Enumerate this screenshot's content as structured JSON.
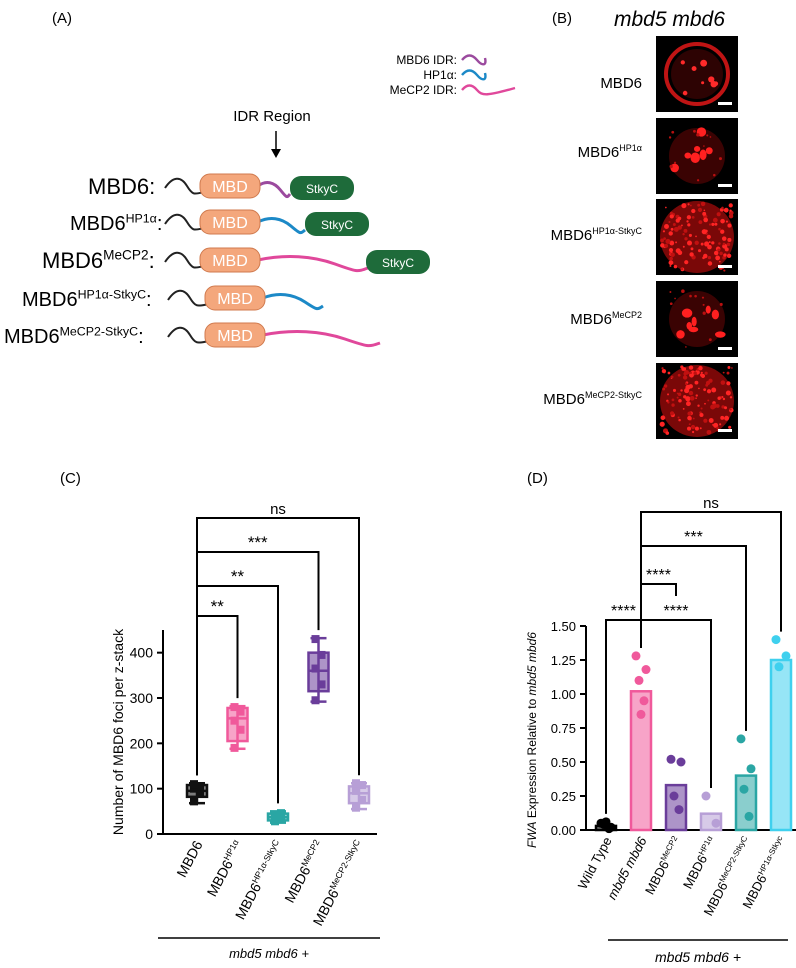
{
  "panels": {
    "a": "(A)",
    "b": "(B)",
    "c": "(C)",
    "d": "(D)"
  },
  "diagram_a": {
    "legend": [
      {
        "label": "MBD6 IDR:",
        "color": "#9b4a9e"
      },
      {
        "label": "HP1α:",
        "color": "#1c89c7"
      },
      {
        "label": "MeCP2 IDR:",
        "color": "#e0489b"
      }
    ],
    "idr_label": "IDR Region",
    "mbd_label": "MBD",
    "stkyc_label": "StkyC",
    "constructs": [
      {
        "base": "MBD6",
        "sup": ""
      },
      {
        "base": "MBD6",
        "sup": "HP1α"
      },
      {
        "base": "MBD6",
        "sup": "MeCP2"
      },
      {
        "base": "MBD6",
        "sup": "HP1α-StkyC"
      },
      {
        "base": "MBD6",
        "sup": "MeCP2-StkyC"
      }
    ],
    "colors": {
      "mbd_fill": "#f4a77c",
      "stkyc_fill": "#1e6b3a"
    }
  },
  "micrographs": {
    "title": "mbd5 mbd6",
    "items": [
      {
        "base": "MBD6",
        "sup": ""
      },
      {
        "base": "MBD6",
        "sup": "HP1α"
      },
      {
        "base": "MBD6",
        "sup": "HP1α-StkyC"
      },
      {
        "base": "MBD6",
        "sup": "MeCP2"
      },
      {
        "base": "MBD6",
        "sup": "MeCP2-StkyC"
      }
    ]
  },
  "chart_data": [
    {
      "type": "box",
      "ylabel": "Number of MBD6 foci per z-stack",
      "ylim": [
        0,
        450
      ],
      "yticks": [
        0,
        100,
        200,
        300,
        400
      ],
      "group_label": "mbd5 mbd6 +",
      "categories": [
        {
          "base": "MBD6",
          "sup": ""
        },
        {
          "base": "MBD6",
          "sup": "HP1α"
        },
        {
          "base": "MBD6",
          "sup": "HP1α-StkyC"
        },
        {
          "base": "MBD6",
          "sup": "MeCP2"
        },
        {
          "base": "MBD6",
          "sup": "MeCP2-StkyC"
        }
      ],
      "colors": [
        "#111111",
        "#f0599b",
        "#2aa6a4",
        "#6a3d9a",
        "#b79fd6"
      ],
      "boxes": [
        {
          "min": 68,
          "q1": 82,
          "median": 95,
          "q3": 108,
          "max": 112
        },
        {
          "min": 188,
          "q1": 205,
          "median": 255,
          "q3": 278,
          "max": 282
        },
        {
          "min": 25,
          "q1": 30,
          "median": 37,
          "q3": 45,
          "max": 50
        },
        {
          "min": 292,
          "q1": 315,
          "median": 360,
          "q3": 400,
          "max": 432
        },
        {
          "min": 55,
          "q1": 68,
          "median": 90,
          "q3": 105,
          "max": 112
        }
      ],
      "points": [
        [
          72,
          90,
          100,
          105,
          110
        ],
        [
          190,
          230,
          250,
          270,
          280
        ],
        [
          28,
          35,
          40,
          46
        ],
        [
          295,
          330,
          365,
          395,
          430
        ],
        [
          58,
          75,
          95,
          108,
          112
        ]
      ],
      "comparisons": [
        {
          "from": 0,
          "to": 1,
          "label": "**",
          "level": 0
        },
        {
          "from": 0,
          "to": 2,
          "label": "**",
          "level": 1
        },
        {
          "from": 0,
          "to": 3,
          "label": "***",
          "level": 2
        },
        {
          "from": 0,
          "to": 4,
          "label": "ns",
          "level": 3
        }
      ]
    },
    {
      "type": "bar",
      "ylabel_italic": "FWA",
      "ylabel_plain": " Expression Relative to ",
      "ylabel_italic2": "mbd5 mbd6",
      "ylim": [
        0,
        1.5
      ],
      "yticks": [
        "0.00",
        "0.25",
        "0.50",
        "0.75",
        "1.00",
        "1.25",
        "1.50"
      ],
      "group_label": "mbd5 mbd6 +",
      "categories": [
        {
          "base": "Wild Type",
          "sup": "",
          "italic": false
        },
        {
          "base": "mbd5 mbd6",
          "sup": "",
          "italic": true
        },
        {
          "base": "MBD6",
          "sup": "MeCP2",
          "italic": false
        },
        {
          "base": "MBD6",
          "sup": "HP1α",
          "italic": false
        },
        {
          "base": "MBD6",
          "sup": "MeCP2-StkyC",
          "italic": false
        },
        {
          "base": "MBD6",
          "sup": "HP1α-Stkyc",
          "italic": false
        }
      ],
      "colors": [
        "#000000",
        "#f0599b",
        "#6a3d9a",
        "#b79fd6",
        "#2aa6a4",
        "#3fd0ee"
      ],
      "values": [
        0.03,
        1.02,
        0.33,
        0.12,
        0.4,
        1.25
      ],
      "points": [
        [
          0.05,
          0.02,
          0.04,
          0.01,
          0.06
        ],
        [
          1.28,
          1.18,
          1.1,
          0.95,
          0.85
        ],
        [
          0.52,
          0.5,
          0.25,
          0.15
        ],
        [
          0.25,
          0.05
        ],
        [
          0.67,
          0.45,
          0.3,
          0.1
        ],
        [
          1.4,
          1.28,
          1.2
        ]
      ],
      "comparisons": [
        {
          "from": 0,
          "to": 1,
          "label": "****",
          "level": 0
        },
        {
          "from": 1,
          "to": 3,
          "label": "****",
          "level": 0
        },
        {
          "from": 1,
          "to": 2,
          "label": "****",
          "level": 1
        },
        {
          "from": 1,
          "to": 4,
          "label": "***",
          "level": 2
        },
        {
          "from": 1,
          "to": 5,
          "label": "ns",
          "level": 3
        }
      ]
    }
  ]
}
